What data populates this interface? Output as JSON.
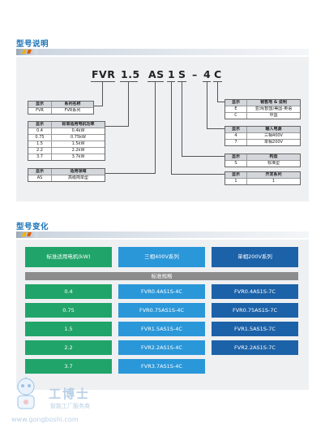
{
  "section1": {
    "title": "型号说明"
  },
  "model_code": [
    "FVR",
    "1.5",
    "AS",
    "1",
    "S",
    "–",
    "4",
    "C"
  ],
  "left_tables": [
    {
      "rows": [
        [
          "显示",
          "系列名称"
        ],
        [
          "FVR",
          "FVR系列"
        ]
      ]
    },
    {
      "rows": [
        [
          "显示",
          "标准适用电机功率"
        ],
        [
          "0.4",
          "0.4kW"
        ],
        [
          "0.75",
          "0.75kW"
        ],
        [
          "1.5",
          "1.5kW"
        ],
        [
          "2.2",
          "2.2kW"
        ],
        [
          "3.7",
          "3.7kW"
        ]
      ]
    },
    {
      "rows": [
        [
          "显示",
          "适用领域"
        ],
        [
          "AS",
          "高级简单型"
        ]
      ]
    }
  ],
  "right_tables": [
    {
      "rows": [
        [
          "显示",
          "销售地 & 说明"
        ],
        [
          "E",
          "亚洲/欧盟/美国-英语"
        ],
        [
          "C",
          "中国"
        ]
      ]
    },
    {
      "rows": [
        [
          "显示",
          "输入电源"
        ],
        [
          "4",
          "三相400V"
        ],
        [
          "7",
          "单相200V"
        ]
      ]
    },
    {
      "rows": [
        [
          "显示",
          "构造"
        ],
        [
          "S",
          "标准型"
        ]
      ]
    },
    {
      "rows": [
        [
          "显示",
          "开发系列"
        ],
        [
          "1",
          "1"
        ]
      ]
    }
  ],
  "section2": {
    "title": "型号变化"
  },
  "variation": {
    "headers": [
      "标准适用电机(kW)",
      "三相400V系列",
      "单相200V系列"
    ],
    "subheader": "标准规格",
    "rows": [
      [
        "0.4",
        "FVR0.4AS1S-4C",
        "FVR0.4AS1S-7C"
      ],
      [
        "0.75",
        "FVR0.75AS1S-4C",
        "FVR0.75AS1S-7C"
      ],
      [
        "1.5",
        "FVR1.5AS1S-4C",
        "FVR1.5AS1S-7C"
      ],
      [
        "2.2",
        "FVR2.2AS1S-4C",
        "FVR2.2AS1S-7C"
      ],
      [
        "3.7",
        "FVR3.7AS1S-4C",
        ""
      ]
    ]
  },
  "watermark": {
    "brand": "工博士",
    "slogan": "智能工厂服务商",
    "url": "www.gongboshi.com"
  },
  "colors": {
    "green": "#21a46a",
    "blue": "#2a97d9",
    "dark_blue": "#1c62a8",
    "gray": "#8c8c8c",
    "title": "#1a73b8"
  }
}
